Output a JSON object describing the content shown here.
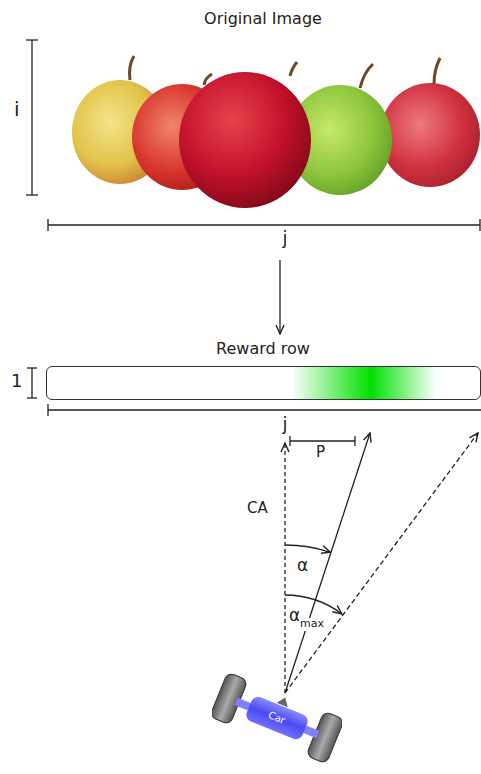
{
  "diagram": {
    "nodes": [
      {
        "text": [
          "Original Image"
        ]
      },
      {
        "text": [
          "Reward row"
        ]
      },
      {
        "text": [
          "Car"
        ]
      }
    ],
    "edges": [
      {
        "from": 0,
        "to": 1,
        "arrow": "to"
      }
    ],
    "labels": [
      "i",
      "j",
      "1",
      "j",
      "P",
      "CA",
      "α",
      "α",
      "max"
    ]
  }
}
